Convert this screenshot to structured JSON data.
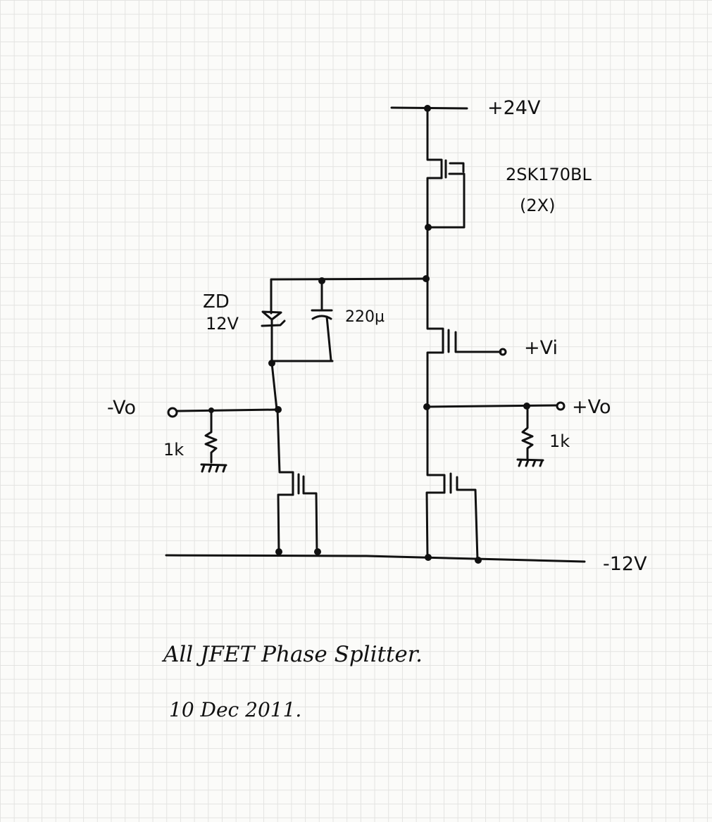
{
  "supply": {
    "positive": "+24V",
    "negative": "-12V"
  },
  "current_source": {
    "part": "2SK170BL",
    "quantity": "(2X)"
  },
  "zener": {
    "ref": "ZD",
    "value": "12V"
  },
  "capacitor": {
    "value": "220µ"
  },
  "input": {
    "label": "+Vi"
  },
  "outputs": {
    "negative": {
      "label": "-Vo",
      "resistor": "1k"
    },
    "positive": {
      "label": "+Vo",
      "resistor": "1k"
    }
  },
  "notes": {
    "title": "All JFET Phase Splitter.",
    "date": "10 Dec 2011."
  }
}
